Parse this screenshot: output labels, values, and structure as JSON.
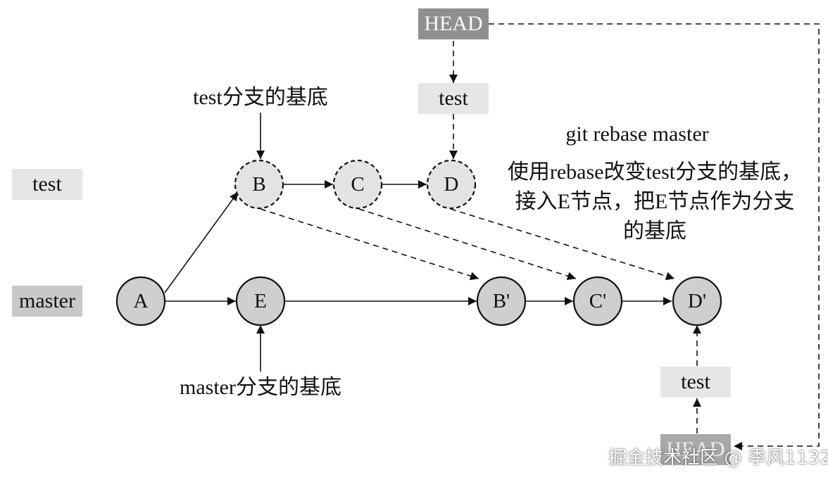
{
  "branch_labels": {
    "left_test": "test",
    "left_master": "master",
    "top_head": "HEAD",
    "top_test": "test",
    "bottom_test": "test",
    "bottom_head": "HEAD"
  },
  "nodes": {
    "A": "A",
    "E": "E",
    "B": "B",
    "C": "C",
    "D": "D",
    "B_prime": "B'",
    "C_prime": "C'",
    "D_prime": "D'"
  },
  "annotations": {
    "test_base": "test分支的基底",
    "master_base": "master分支的基底",
    "command": "git rebase master",
    "description_lines": [
      "使用rebase改变test分支的基底，",
      "接入E节点，把E节点作为分支",
      "的基底"
    ]
  },
  "watermark": "掘金技术社区 @ 季风1132",
  "colors": {
    "node_fill": "#cfcfcf",
    "label_light": "#e6e6e6",
    "label_dark": "#c8c8c8",
    "head_fill": "#8f8f8f",
    "stroke": "#111111"
  }
}
